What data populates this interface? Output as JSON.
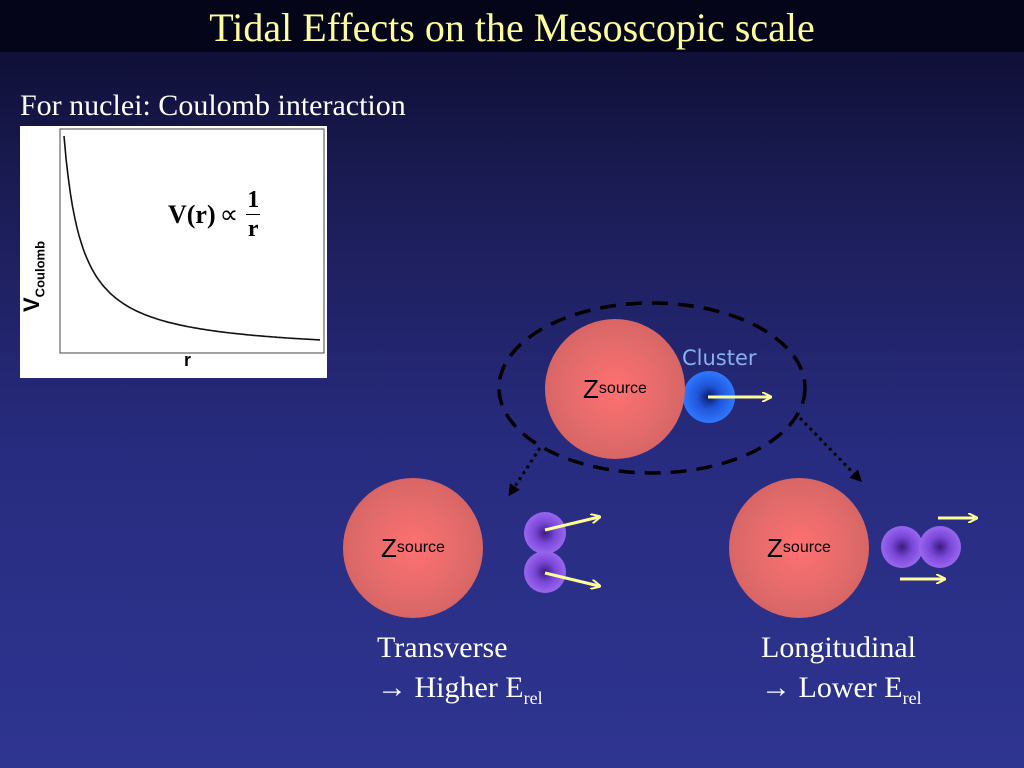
{
  "slide": {
    "title": "Tidal Effects on the Mesoscopic scale",
    "subtitle": "For nuclei: Coulomb interaction"
  },
  "plot": {
    "equation_lhs": "V(r)",
    "equation_prop": "∝",
    "equation_num": "1",
    "equation_den": "r",
    "ylabel_main": "V",
    "ylabel_sub": "Coulomb",
    "xlabel": "r"
  },
  "diagram": {
    "nucleus_label": "Z",
    "nucleus_sub": "source",
    "cluster_label": "Cluster",
    "left_caption_line1": "Transverse",
    "left_caption_arrow": "→",
    "left_caption_line2": "Higher E",
    "left_caption_sub": "rel",
    "right_caption_line1": "Longitudinal",
    "right_caption_arrow": "→",
    "right_caption_line2": "Lower E",
    "right_caption_sub": "rel"
  },
  "colors": {
    "title": "#ffff99",
    "nucleus": "#e06a6a",
    "cluster": "#2266ee",
    "fragment": "#8a55e0",
    "arrow": "#ffff99"
  }
}
